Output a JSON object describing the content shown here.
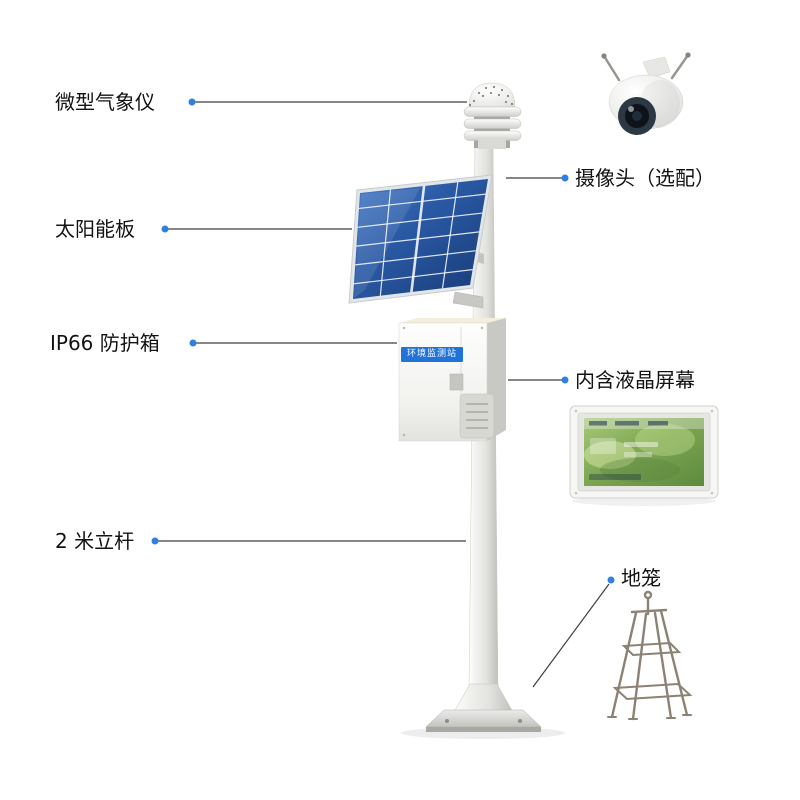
{
  "colors": {
    "background": "#ffffff",
    "callout_line": "#3f3f3f",
    "callout_dot": "#2f80e0",
    "label_text": "#131313",
    "solar_panel_blue": "#2a5aa6",
    "enclosure_plate_blue": "#2173d8"
  },
  "station": {
    "enclosure_plate_label": "环境监测站"
  },
  "callouts": [
    {
      "id": "weather-sensor",
      "label": "微型气象仪"
    },
    {
      "id": "camera",
      "label": "摄像头（选配）"
    },
    {
      "id": "solar-panel",
      "label": "太阳能板"
    },
    {
      "id": "enclosure",
      "label": "IP66 防护箱"
    },
    {
      "id": "lcd-screen",
      "label": "内含液晶屏幕"
    },
    {
      "id": "pole",
      "label": "2 米立杆"
    },
    {
      "id": "ground-cage",
      "label": "地笼"
    }
  ]
}
